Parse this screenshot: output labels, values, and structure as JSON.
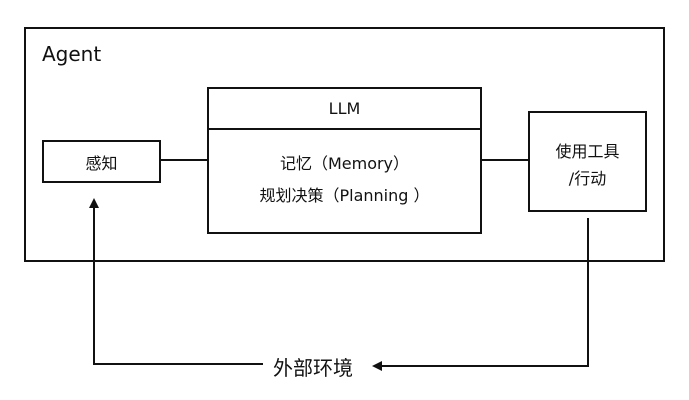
{
  "diagram": {
    "agent_label": "Agent",
    "llm": {
      "title": "LLM",
      "line1": "记忆（Memory）",
      "line2": "规划决策（Planning ）"
    },
    "perception_label": "感知",
    "tools": {
      "line1": "使用工具",
      "line2": "/行动"
    },
    "environment_label": "外部环境"
  }
}
